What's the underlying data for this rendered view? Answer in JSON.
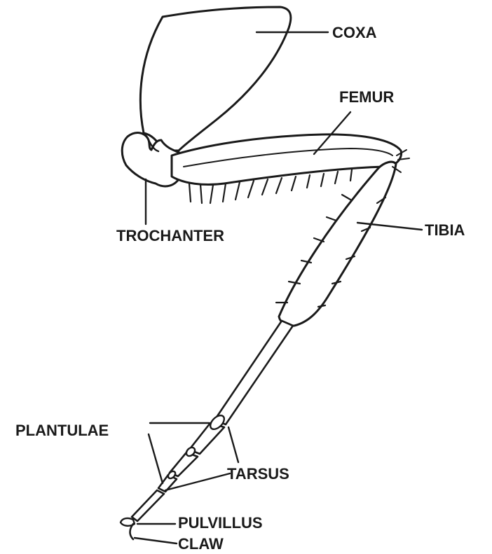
{
  "labels": {
    "coxa": "COXA",
    "femur": "FEMUR",
    "trochanter": "TROCHANTER",
    "tibia": "TIBIA",
    "plantulae": "PLANTULAE",
    "tarsus": "TARSUS",
    "pulvillus": "PULVILLUS",
    "claw": "CLAW"
  }
}
